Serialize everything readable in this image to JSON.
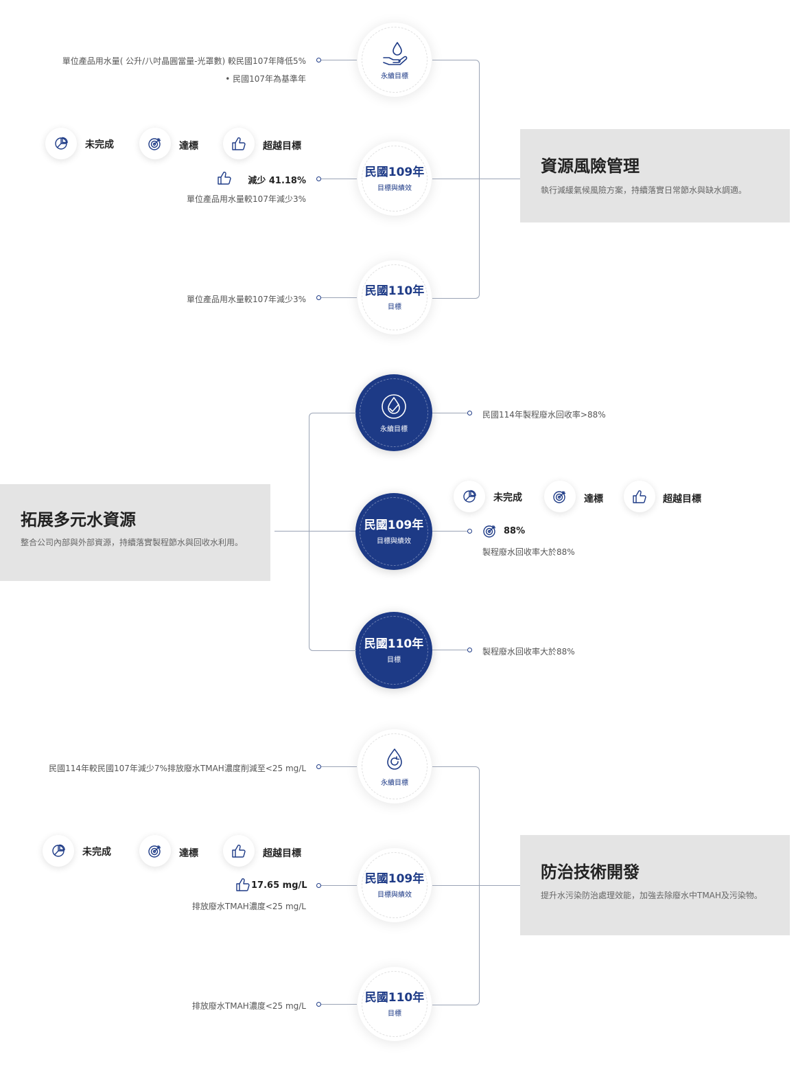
{
  "legend": {
    "incomplete": "未完成",
    "achieved": "達標",
    "exceeded": "超越目標"
  },
  "circle_labels": {
    "goal": "永續目標",
    "goal_perf": "目標與績效",
    "target": "目標",
    "year109": "民國109年",
    "year110": "民國110年"
  },
  "section1": {
    "title": "資源風險管理",
    "desc": "執行減緩氣候風險方案，持續落實日常節水與缺水調適。",
    "goal_text": "單位產品用水量( 公升/八吋晶圓當量-光罩數) 較民國107年降低5%",
    "goal_note": "• 民國107年為基準年",
    "perf_value": "減少 41.18%",
    "perf_text": "單位產品用水量較107年減少3%",
    "target_text": "單位產品用水量較107年減少3%"
  },
  "section2": {
    "title": "拓展多元水資源",
    "desc": "整合公司內部與外部資源，持續落實製程節水與回收水利用。",
    "goal_text": "民國114年製程廢水回收率>88%",
    "perf_value": "88%",
    "perf_text": "製程廢水回收率大於88%",
    "target_text": "製程廢水回收率大於88%"
  },
  "section3": {
    "title": "防治技術開發",
    "desc": "提升水污染防治處理效能，加強去除廢水中TMAH及污染物。",
    "goal_text": "民國114年較民國107年減少7%排放廢水TMAH濃度削減至<25 mg/L",
    "perf_value": "17.65 mg/L",
    "perf_text": "排放廢水TMAH濃度<25 mg/L",
    "target_text": "排放廢水TMAH濃度<25 mg/L"
  },
  "colors": {
    "brand_navy": "#1d3a86",
    "panel_gray": "#e4e4e4",
    "line_gray": "#9aa3b5"
  },
  "icons": [
    "water-hand-icon",
    "water-check-icon",
    "water-cycle-icon",
    "pie-chart-icon",
    "target-icon",
    "thumbs-up-icon"
  ]
}
